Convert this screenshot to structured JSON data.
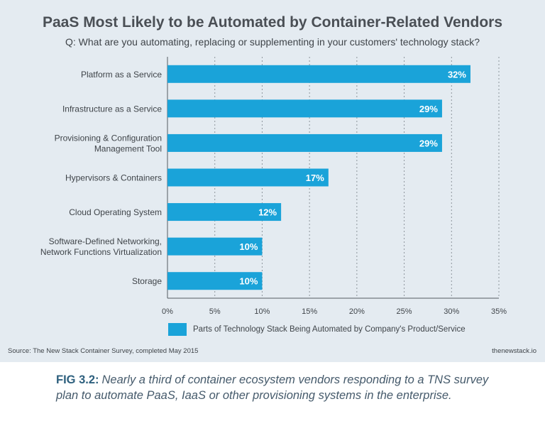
{
  "chart_data": {
    "type": "bar",
    "orientation": "horizontal",
    "title": "PaaS Most Likely to be Automated by Container-Related Vendors",
    "subtitle": "Q: What are you automating, replacing or supplementing in your customers' technology stack?",
    "categories": [
      [
        "Platform as a Service"
      ],
      [
        "Infrastructure as a Service"
      ],
      [
        "Provisioning & Configuration",
        "Management Tool"
      ],
      [
        "Hypervisors & Containers"
      ],
      [
        "Cloud Operating System"
      ],
      [
        "Software-Defined Networking,",
        "Network Functions Virtualization"
      ],
      [
        "Storage"
      ]
    ],
    "series": [
      {
        "name": "Parts of Technology Stack Being Automated by Company's Product/Service",
        "values": [
          32,
          29,
          29,
          17,
          12,
          10,
          10
        ],
        "labels": [
          "32%",
          "29%",
          "29%",
          "17%",
          "12%",
          "10%",
          "10%"
        ]
      }
    ],
    "xlim": [
      0,
      35
    ],
    "xticks": [
      0,
      5,
      10,
      15,
      20,
      25,
      30,
      35
    ],
    "xtick_labels": [
      "0%",
      "5%",
      "10%",
      "15%",
      "20%",
      "25%",
      "30%",
      "35%"
    ],
    "grid": true,
    "legend_position": "bottom",
    "bar_color": "#1aa3d9"
  },
  "footer": {
    "source": "Source: The New Stack Container Survey, completed May 2015",
    "brand": "thenewstack.io"
  },
  "caption": {
    "label": "FIG 3.2:",
    "text": "Nearly a third of container ecosystem vendors responding to a TNS survey plan to automate PaaS, IaaS or other provisioning systems in the enterprise."
  }
}
